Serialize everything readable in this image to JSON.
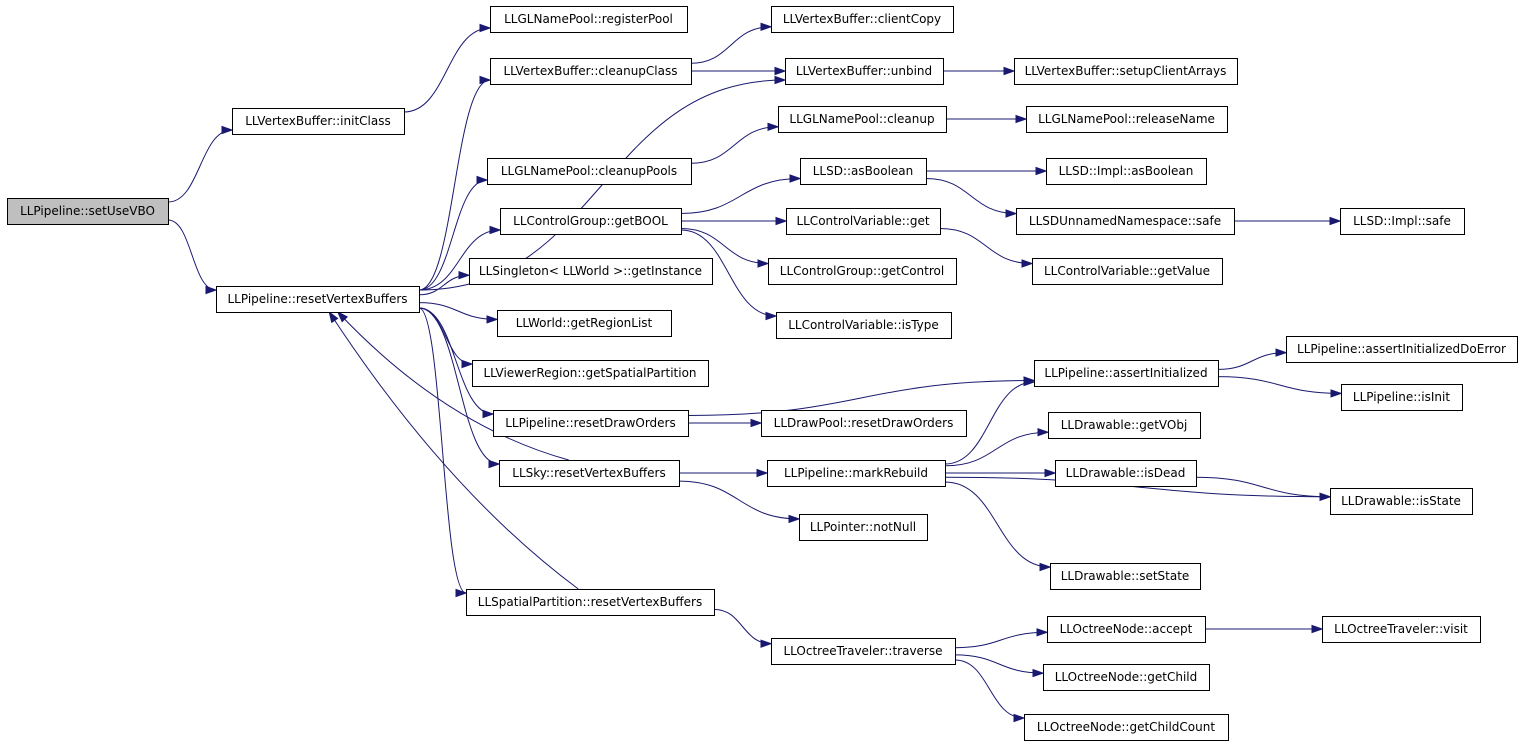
{
  "graph": {
    "nodes": [
      {
        "id": "setUseVBO",
        "label": "LLPipeline::setUseVBO",
        "root": true
      },
      {
        "id": "initClass",
        "label": "LLVertexBuffer::initClass"
      },
      {
        "id": "registerPool",
        "label": "LLGLNamePool::registerPool"
      },
      {
        "id": "cleanupClass",
        "label": "LLVertexBuffer::cleanupClass"
      },
      {
        "id": "clientCopy",
        "label": "LLVertexBuffer::clientCopy"
      },
      {
        "id": "unbind",
        "label": "LLVertexBuffer::unbind"
      },
      {
        "id": "setupClientArrays",
        "label": "LLVertexBuffer::setupClientArrays"
      },
      {
        "id": "cleanupPools",
        "label": "LLGLNamePool::cleanupPools"
      },
      {
        "id": "nameCleanup",
        "label": "LLGLNamePool::cleanup"
      },
      {
        "id": "releaseName",
        "label": "LLGLNamePool::releaseName"
      },
      {
        "id": "getBOOL",
        "label": "LLControlGroup::getBOOL"
      },
      {
        "id": "asBoolean",
        "label": "LLSD::asBoolean"
      },
      {
        "id": "implAsBoolean",
        "label": "LLSD::Impl::asBoolean"
      },
      {
        "id": "safe",
        "label": "LLSDUnnamedNamespace::safe"
      },
      {
        "id": "implSafe",
        "label": "LLSD::Impl::safe"
      },
      {
        "id": "ctrlGet",
        "label": "LLControlVariable::get"
      },
      {
        "id": "getControl",
        "label": "LLControlGroup::getControl"
      },
      {
        "id": "getValue",
        "label": "LLControlVariable::getValue"
      },
      {
        "id": "isType",
        "label": "LLControlVariable::isType"
      },
      {
        "id": "resetVB",
        "label": "LLPipeline::resetVertexBuffers"
      },
      {
        "id": "getInstance",
        "label": "LLSingleton< LLWorld >::getInstance"
      },
      {
        "id": "getRegionList",
        "label": "LLWorld::getRegionList"
      },
      {
        "id": "getSpatialPartition",
        "label": "LLViewerRegion::getSpatialPartition"
      },
      {
        "id": "resetDrawOrders",
        "label": "LLPipeline::resetDrawOrders"
      },
      {
        "id": "poolResetDrawOrders",
        "label": "LLDrawPool::resetDrawOrders"
      },
      {
        "id": "assertInitialized",
        "label": "LLPipeline::assertInitialized"
      },
      {
        "id": "assertInitializedDoError",
        "label": "LLPipeline::assertInitializedDoError"
      },
      {
        "id": "isInit",
        "label": "LLPipeline::isInit"
      },
      {
        "id": "skyResetVB",
        "label": "LLSky::resetVertexBuffers"
      },
      {
        "id": "markRebuild",
        "label": "LLPipeline::markRebuild"
      },
      {
        "id": "getVObj",
        "label": "LLDrawable::getVObj"
      },
      {
        "id": "isDead",
        "label": "LLDrawable::isDead"
      },
      {
        "id": "isState",
        "label": "LLDrawable::isState"
      },
      {
        "id": "setState",
        "label": "LLDrawable::setState"
      },
      {
        "id": "notNull",
        "label": "LLPointer::notNull"
      },
      {
        "id": "spResetVB",
        "label": "LLSpatialPartition::resetVertexBuffers"
      },
      {
        "id": "traverse",
        "label": "LLOctreeTraveler::traverse"
      },
      {
        "id": "accept",
        "label": "LLOctreeNode::accept"
      },
      {
        "id": "visit",
        "label": "LLOctreeTraveler::visit"
      },
      {
        "id": "getChild",
        "label": "LLOctreeNode::getChild"
      },
      {
        "id": "getChildCount",
        "label": "LLOctreeNode::getChildCount"
      }
    ],
    "edges": [
      [
        "setUseVBO",
        "initClass"
      ],
      [
        "setUseVBO",
        "resetVB"
      ],
      [
        "initClass",
        "registerPool"
      ],
      [
        "resetVB",
        "cleanupClass"
      ],
      [
        "resetVB",
        "unbind"
      ],
      [
        "resetVB",
        "cleanupPools"
      ],
      [
        "resetVB",
        "getBOOL"
      ],
      [
        "resetVB",
        "getInstance"
      ],
      [
        "resetVB",
        "getRegionList"
      ],
      [
        "resetVB",
        "getSpatialPartition"
      ],
      [
        "resetVB",
        "resetDrawOrders"
      ],
      [
        "resetVB",
        "skyResetVB"
      ],
      [
        "resetVB",
        "spResetVB"
      ],
      [
        "cleanupClass",
        "clientCopy"
      ],
      [
        "cleanupClass",
        "unbind"
      ],
      [
        "unbind",
        "setupClientArrays"
      ],
      [
        "cleanupPools",
        "nameCleanup"
      ],
      [
        "nameCleanup",
        "releaseName"
      ],
      [
        "getBOOL",
        "asBoolean"
      ],
      [
        "getBOOL",
        "ctrlGet"
      ],
      [
        "getBOOL",
        "getControl"
      ],
      [
        "getBOOL",
        "isType"
      ],
      [
        "asBoolean",
        "implAsBoolean"
      ],
      [
        "asBoolean",
        "safe"
      ],
      [
        "ctrlGet",
        "getValue"
      ],
      [
        "safe",
        "implSafe"
      ],
      [
        "resetDrawOrders",
        "assertInitialized"
      ],
      [
        "resetDrawOrders",
        "poolResetDrawOrders"
      ],
      [
        "assertInitialized",
        "assertInitializedDoError"
      ],
      [
        "assertInitialized",
        "isInit"
      ],
      [
        "skyResetVB",
        "resetVB"
      ],
      [
        "skyResetVB",
        "markRebuild"
      ],
      [
        "skyResetVB",
        "notNull"
      ],
      [
        "markRebuild",
        "assertInitialized"
      ],
      [
        "markRebuild",
        "getVObj"
      ],
      [
        "markRebuild",
        "isDead"
      ],
      [
        "markRebuild",
        "isState"
      ],
      [
        "markRebuild",
        "setState"
      ],
      [
        "isDead",
        "isState"
      ],
      [
        "spResetVB",
        "resetVB"
      ],
      [
        "spResetVB",
        "traverse"
      ],
      [
        "traverse",
        "accept"
      ],
      [
        "traverse",
        "getChild"
      ],
      [
        "traverse",
        "getChildCount"
      ],
      [
        "accept",
        "visit"
      ]
    ]
  }
}
